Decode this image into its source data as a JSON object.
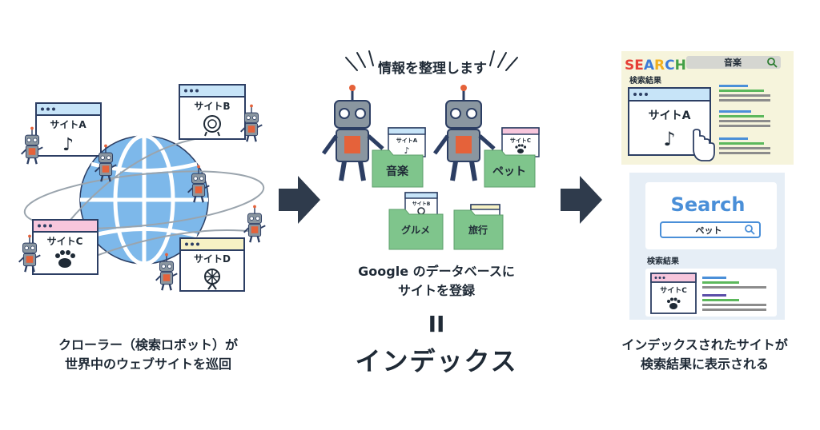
{
  "left": {
    "sites": [
      {
        "label": "サイトA",
        "icon": "music-note-icon"
      },
      {
        "label": "サイトB",
        "icon": "bowl-icon"
      },
      {
        "label": "サイトC",
        "icon": "paw-icon"
      },
      {
        "label": "サイトD",
        "icon": "ferris-wheel-icon"
      }
    ],
    "caption_line1": "クローラー（検索ロボット）が",
    "caption_line2": "世界中のウェブサイトを巡回"
  },
  "center": {
    "heading": "情報を整理します",
    "folders": [
      {
        "label": "音楽",
        "site": "サイトA"
      },
      {
        "label": "ペット",
        "site": "サイトC"
      },
      {
        "label": "グルメ",
        "site": "サイトB"
      },
      {
        "label": "旅行",
        "site": ""
      }
    ],
    "caption_line1": "Google のデータベースに",
    "caption_line2": "サイトを登録",
    "equals": "II",
    "index_label": "インデックス"
  },
  "right": {
    "top": {
      "brand_letters": [
        {
          "ch": "S",
          "color": "#e63f37"
        },
        {
          "ch": "E",
          "color": "#e63f37"
        },
        {
          "ch": "A",
          "color": "#3c7bd8"
        },
        {
          "ch": "R",
          "color": "#f2b01e"
        },
        {
          "ch": "C",
          "color": "#3c7bd8"
        },
        {
          "ch": "H",
          "color": "#43a047"
        }
      ],
      "query": "音楽",
      "results_label": "検索結果",
      "result_site": "サイトA"
    },
    "bottom": {
      "title": "Search",
      "query": "ペット",
      "results_label": "検索結果",
      "result_site": "サイトC"
    },
    "caption_line1": "インデックスされたサイトが",
    "caption_line2": "検索結果に表示される"
  },
  "colors": {
    "globe": "#7db8ea",
    "globe_line": "#ffffff",
    "window_border": "#2c3e63",
    "titlebar_blue": "#c7e4f8",
    "titlebar_pink": "#f7c6dc",
    "titlebar_yellow": "#f6f1c4",
    "robot_body": "#8a96a0",
    "robot_chest": "#e5623a",
    "folder": "#7fc58c",
    "arrow": "#2f3b4c",
    "panel_yellow": "#f6f4dc",
    "panel_blue": "#e6eef6",
    "search_blue": "#4a8fd8"
  }
}
